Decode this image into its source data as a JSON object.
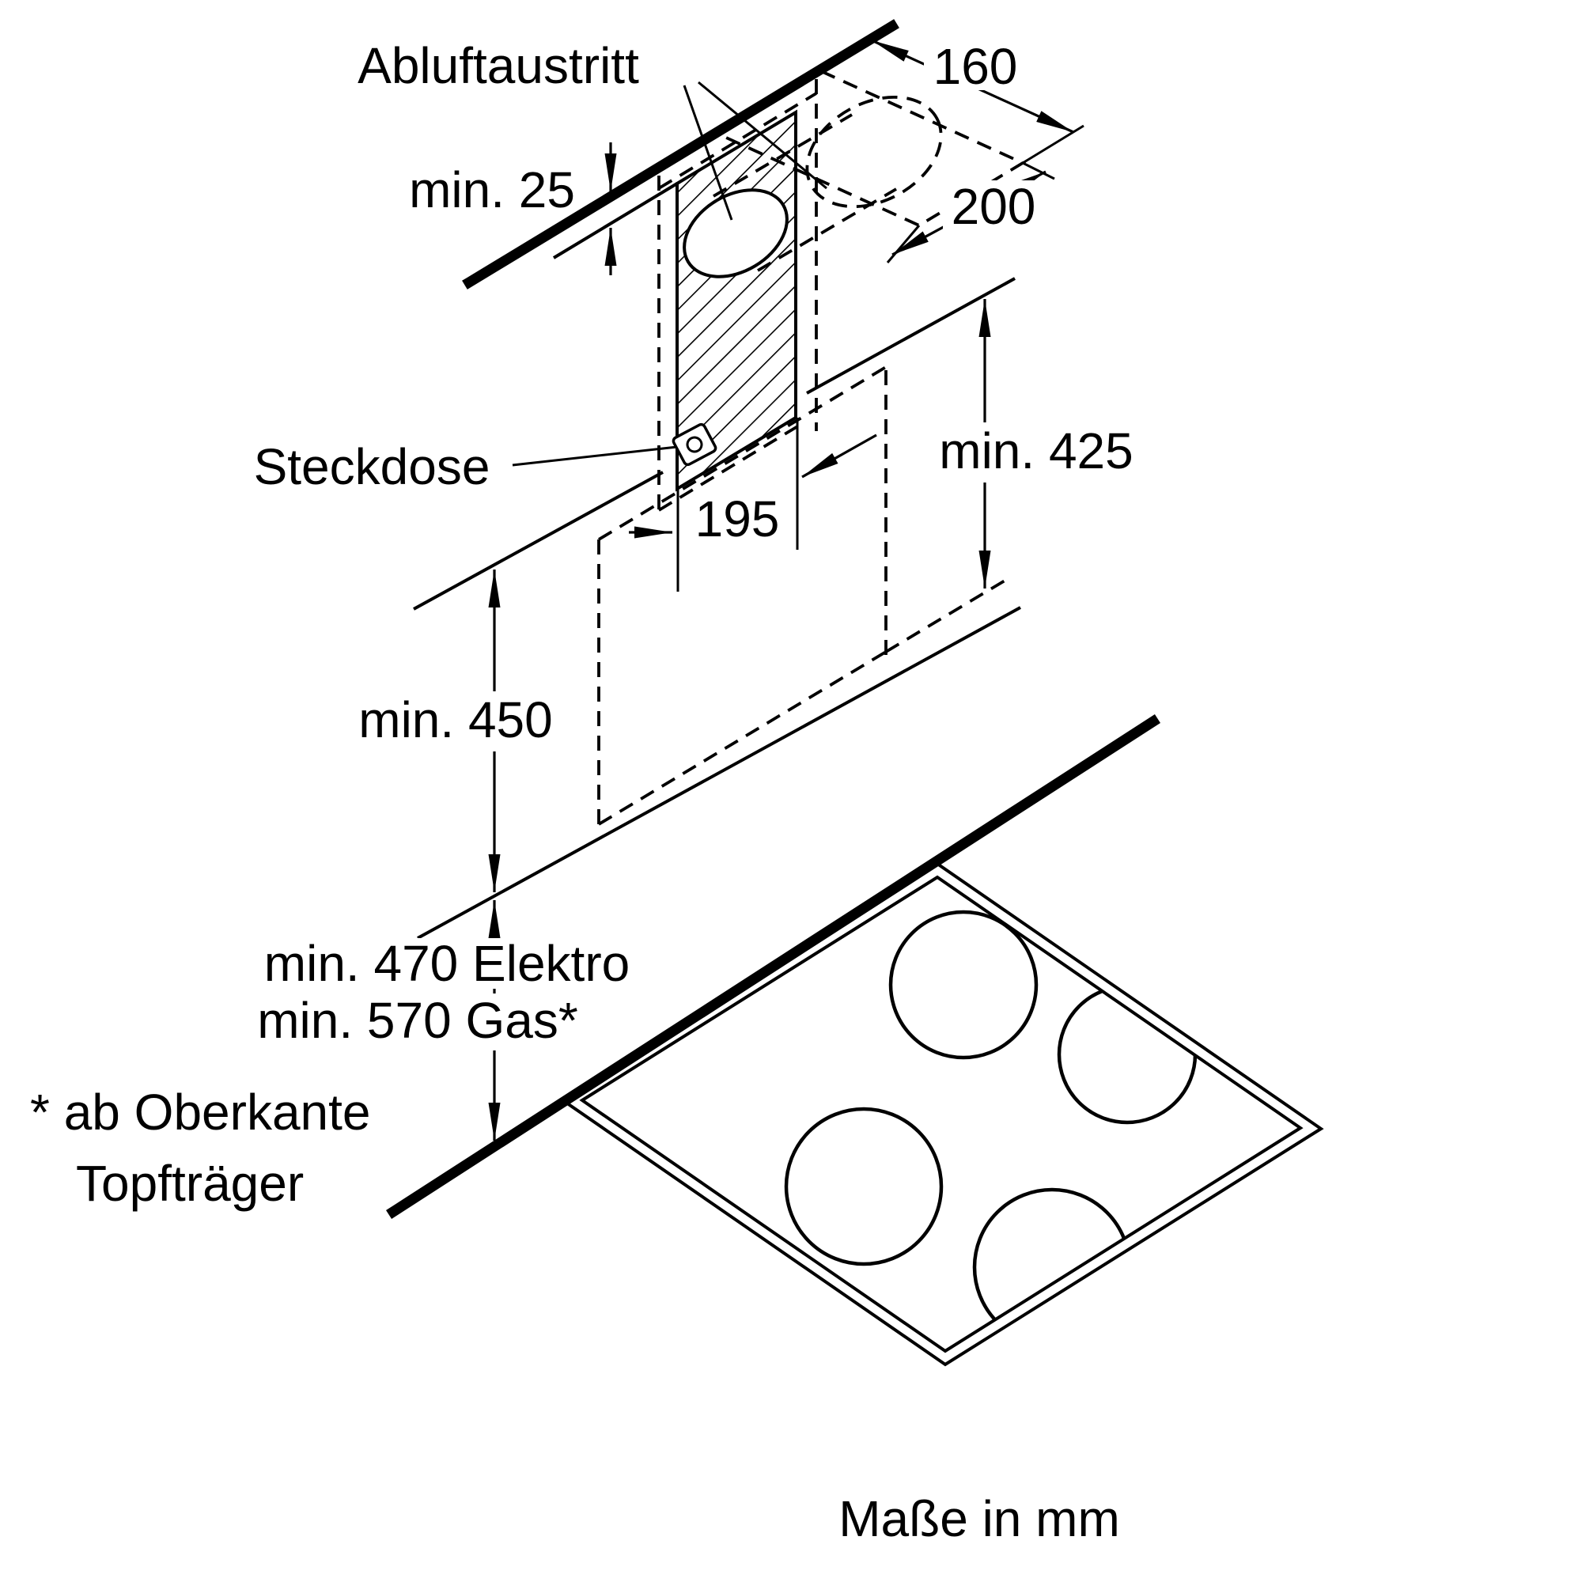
{
  "diagram": {
    "unit_note": "Maße in mm",
    "labels": {
      "exhaust_outlet": "Abluftaustritt",
      "socket": "Steckdose",
      "footnote_line1": "* ab Oberkante",
      "footnote_line2": "Topfträger"
    },
    "dimensions": {
      "ceiling_gap": "min. 25",
      "duct_depth": "160",
      "duct_width": "200",
      "chimney_offset": "195",
      "chimney_height": "min. 425",
      "wall_clearance": "min. 450",
      "clearance_electric": "min. 470 Elektro",
      "clearance_gas": "min. 570 Gas*"
    },
    "colors": {
      "line": "#000000",
      "background": "#ffffff"
    }
  }
}
